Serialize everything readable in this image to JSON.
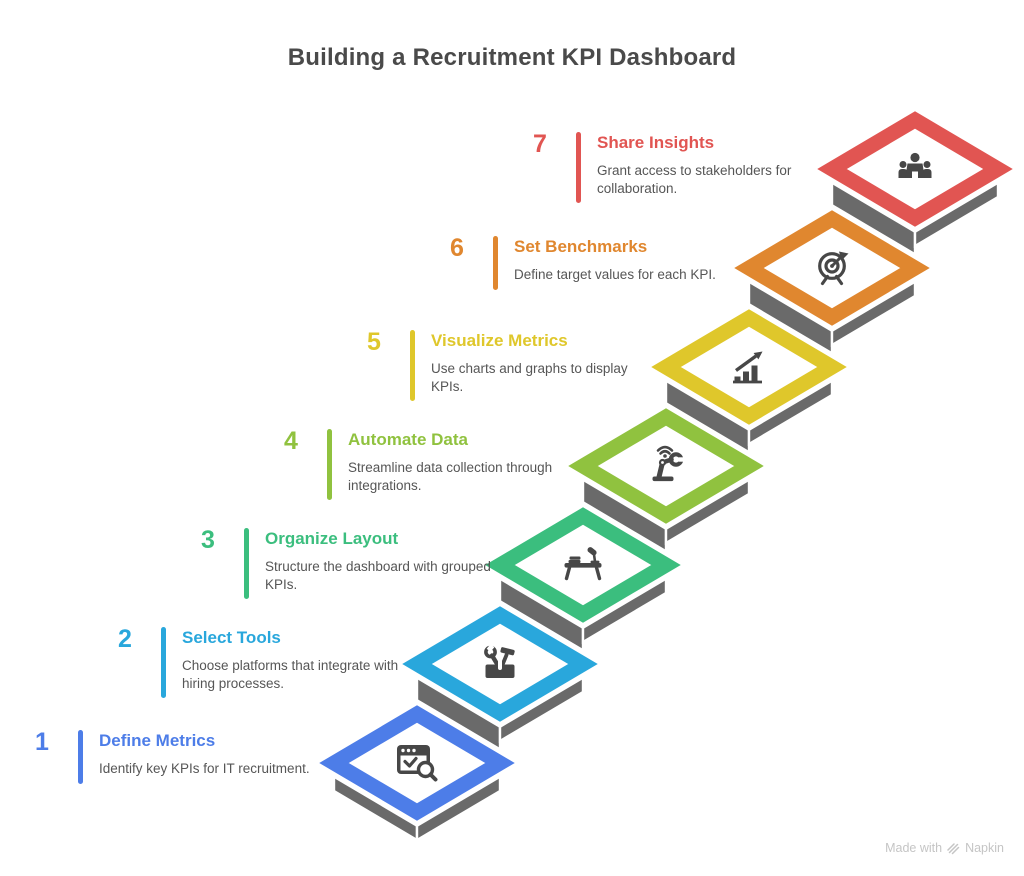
{
  "title": "Building a Recruitment KPI Dashboard",
  "steps": [
    {
      "number": "1",
      "title": "Define Metrics",
      "description": "Identify key KPIs for IT recruitment.",
      "color": "#4D7DE8",
      "icon": "browser-check-search-icon"
    },
    {
      "number": "2",
      "title": "Select Tools",
      "description": "Choose platforms that integrate with hiring processes.",
      "color": "#29A7DC",
      "icon": "tools-icon"
    },
    {
      "number": "3",
      "title": "Organize Layout",
      "description": "Structure the dashboard with grouped KPIs.",
      "color": "#3BBE7E",
      "icon": "desk-lamp-icon"
    },
    {
      "number": "4",
      "title": "Automate Data",
      "description": "Streamline data collection through integrations.",
      "color": "#90C23F",
      "icon": "robot-arm-icon"
    },
    {
      "number": "5",
      "title": "Visualize Metrics",
      "description": "Use charts and graphs to display KPIs.",
      "color": "#DFC72B",
      "icon": "bar-chart-growth-icon"
    },
    {
      "number": "6",
      "title": "Set Benchmarks",
      "description": "Define target values for each KPI.",
      "color": "#E0872F",
      "icon": "target-arrow-icon"
    },
    {
      "number": "7",
      "title": "Share Insights",
      "description": "Grant access to stakeholders for collaboration.",
      "color": "#E15552",
      "icon": "people-group-icon"
    }
  ],
  "colors": {
    "stair_gray": "#6A6A6A",
    "icon_dark": "#474747",
    "title_text": "#4A4A4A",
    "description_text": "#565656",
    "watermark": "#C5C5C5",
    "background": "#FFFFFF"
  },
  "watermark": {
    "prefix": "Made with",
    "brand": "Napkin"
  }
}
